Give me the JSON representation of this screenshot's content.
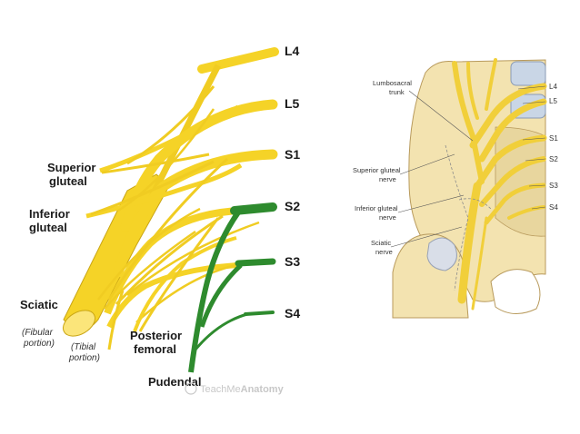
{
  "left_diagram": {
    "root_labels": [
      "L4",
      "L5",
      "S1",
      "S2",
      "S3",
      "S4"
    ],
    "nerve_labels": {
      "superior_gluteal_line1": "Superior",
      "superior_gluteal_line2": "gluteal",
      "inferior_gluteal_line1": "Inferior",
      "inferior_gluteal_line2": "gluteal",
      "sciatic": "Sciatic",
      "fibular_line1": "(Fibular",
      "fibular_line2": "portion)",
      "tibial_line1": "(Tibial",
      "tibial_line2": "portion)",
      "posterior_femoral_line1": "Posterior",
      "posterior_femoral_line2": "femoral",
      "pudendal": "Pudendal"
    },
    "colors": {
      "nerve_yellow": "#f5d327",
      "nerve_outline": "#c9a514",
      "pudendal_green": "#2e8b2e"
    },
    "watermark": {
      "prefix": "TeachMe",
      "bold": "Anatomy"
    }
  },
  "right_diagram": {
    "root_labels": [
      "L4",
      "L5",
      "S1",
      "S2",
      "S3",
      "S4"
    ],
    "labels": {
      "lumbosacral_line1": "Lumbosacral",
      "lumbosacral_line2": "trunk",
      "superior_gluteal_line1": "Superior gluteal",
      "superior_gluteal_line2": "nerve",
      "inferior_gluteal_line1": "Inferior gluteal",
      "inferior_gluteal_line2": "nerve",
      "sciatic_line1": "Sciatic",
      "sciatic_line2": "nerve"
    },
    "colors": {
      "bone": "#f3e3b0",
      "bone_outline": "#b89a5c",
      "vessel_blue": "#c9d6e6",
      "nerve_yellow": "#f1cf3a"
    }
  }
}
